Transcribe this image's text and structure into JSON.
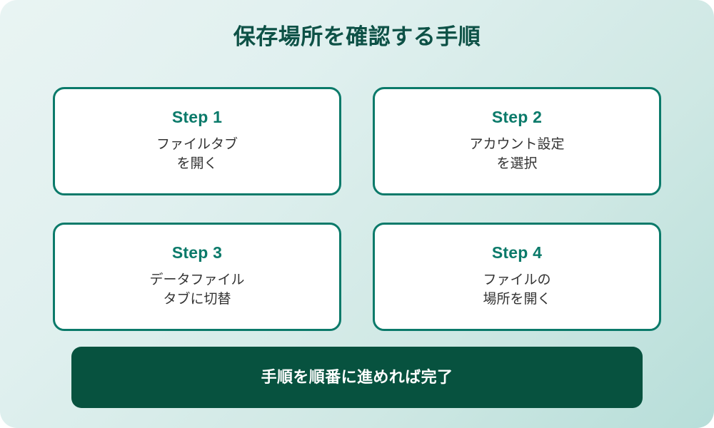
{
  "theme": {
    "background_gradient_from": "#e9f4f3",
    "background_gradient_to": "#b7ded9",
    "accent_teal": "#0b7a6a",
    "title_green": "#0d5146",
    "banner_green": "#07523f",
    "card_background": "#ffffff",
    "body_text": "#333333",
    "banner_text": "#ffffff"
  },
  "header": {
    "title": "保存場所を確認する手順"
  },
  "steps": [
    {
      "label": "Step 1",
      "body": "ファイルタブ\nを開く"
    },
    {
      "label": "Step 2",
      "body": "アカウント設定\nを選択"
    },
    {
      "label": "Step 3",
      "body": "データファイル\nタブに切替"
    },
    {
      "label": "Step 4",
      "body": "ファイルの\n場所を開く"
    }
  ],
  "footer": {
    "text": "手順を順番に進めれば完了"
  }
}
